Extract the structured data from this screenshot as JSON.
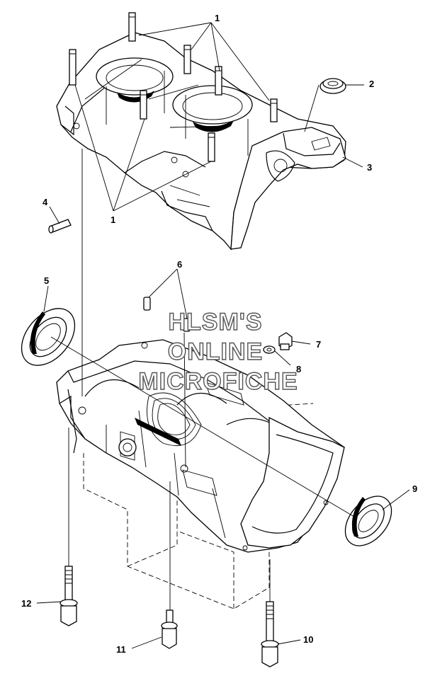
{
  "callouts": [
    {
      "id": "c1a",
      "label": "1"
    },
    {
      "id": "c1b",
      "label": "1"
    },
    {
      "id": "c2",
      "label": "2"
    },
    {
      "id": "c3",
      "label": "3"
    },
    {
      "id": "c4",
      "label": "4"
    },
    {
      "id": "c5",
      "label": "5"
    },
    {
      "id": "c6",
      "label": "6"
    },
    {
      "id": "c7",
      "label": "7"
    },
    {
      "id": "c8",
      "label": "8"
    },
    {
      "id": "c9",
      "label": "9"
    },
    {
      "id": "c10",
      "label": "10"
    },
    {
      "id": "c11",
      "label": "11"
    },
    {
      "id": "c12",
      "label": "12"
    }
  ],
  "watermark": {
    "line1": "HLSM'S",
    "line2": "ONLINE",
    "line3": "MICROFICHE"
  }
}
